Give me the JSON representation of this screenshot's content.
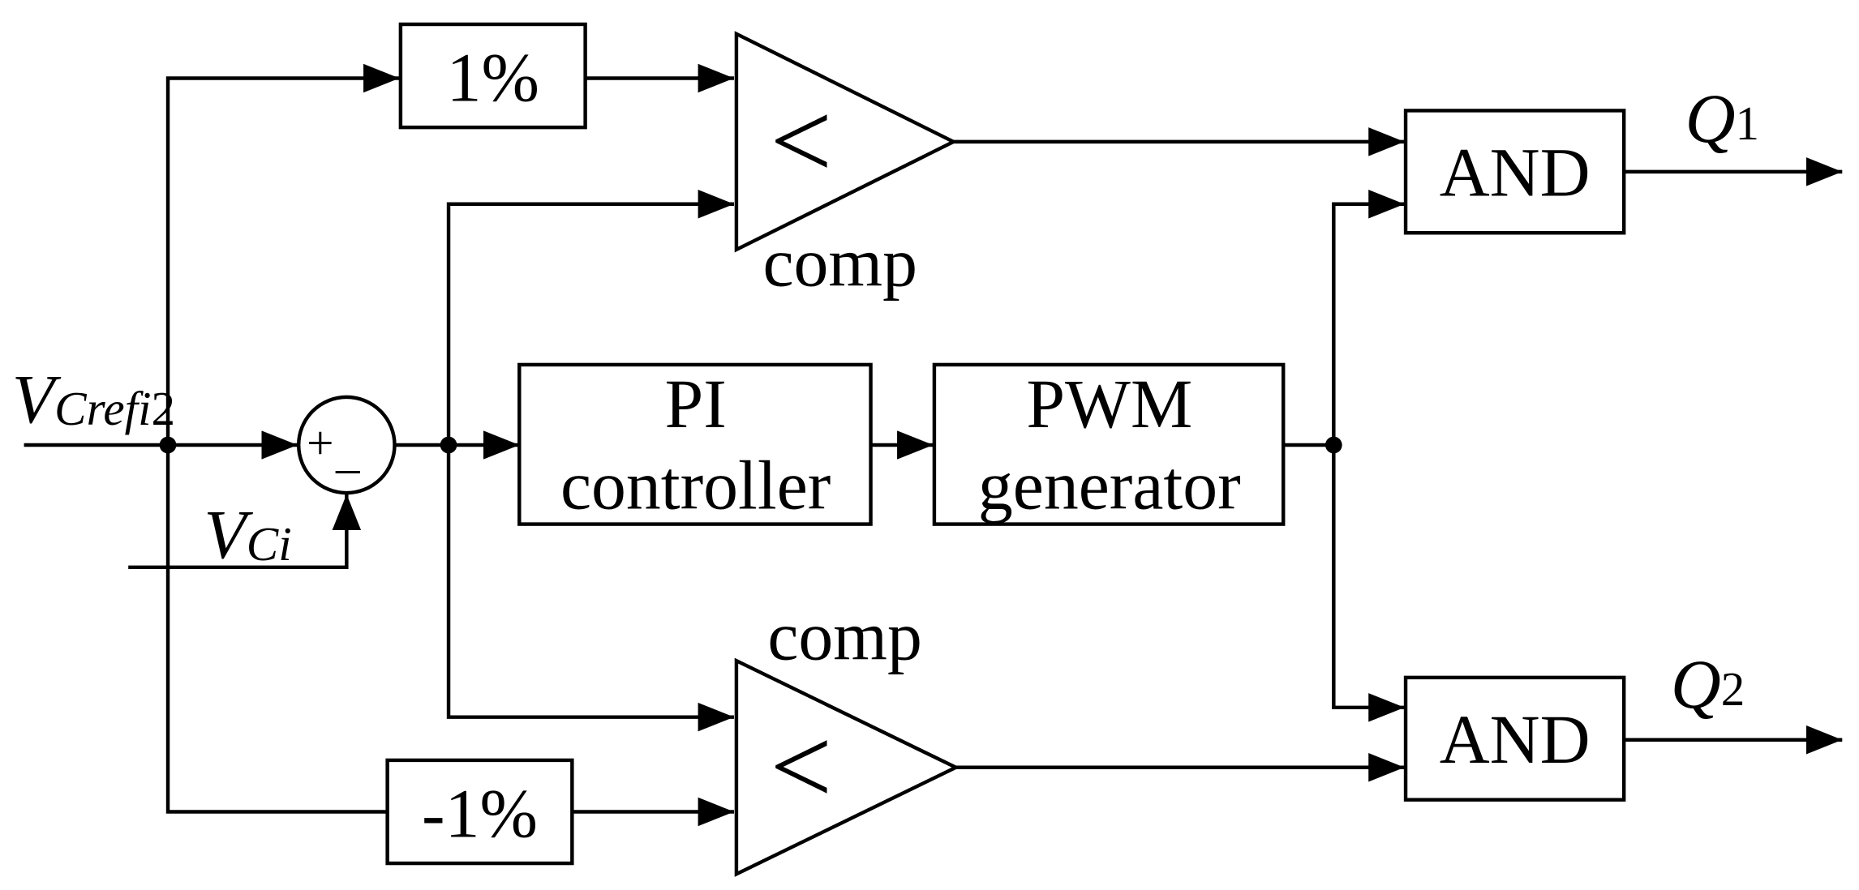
{
  "blocks": {
    "gain_plus": "1%",
    "gain_minus": "-1%",
    "comparator_symbol": "<",
    "comparator_label": "comp",
    "pi_line1": "PI",
    "pi_line2": "controller",
    "pwm_line1": "PWM",
    "pwm_line2": "generator",
    "and_label": "AND",
    "sum_plus": "+",
    "sum_minus": "–"
  },
  "signals": {
    "vref_main": "V",
    "vref_sub": "Crefi",
    "vref_num": "2",
    "vci_main": "V",
    "vci_sub": "Ci",
    "q1_main": "Q",
    "q1_num": "1",
    "q2_main": "Q",
    "q2_num": "2"
  }
}
